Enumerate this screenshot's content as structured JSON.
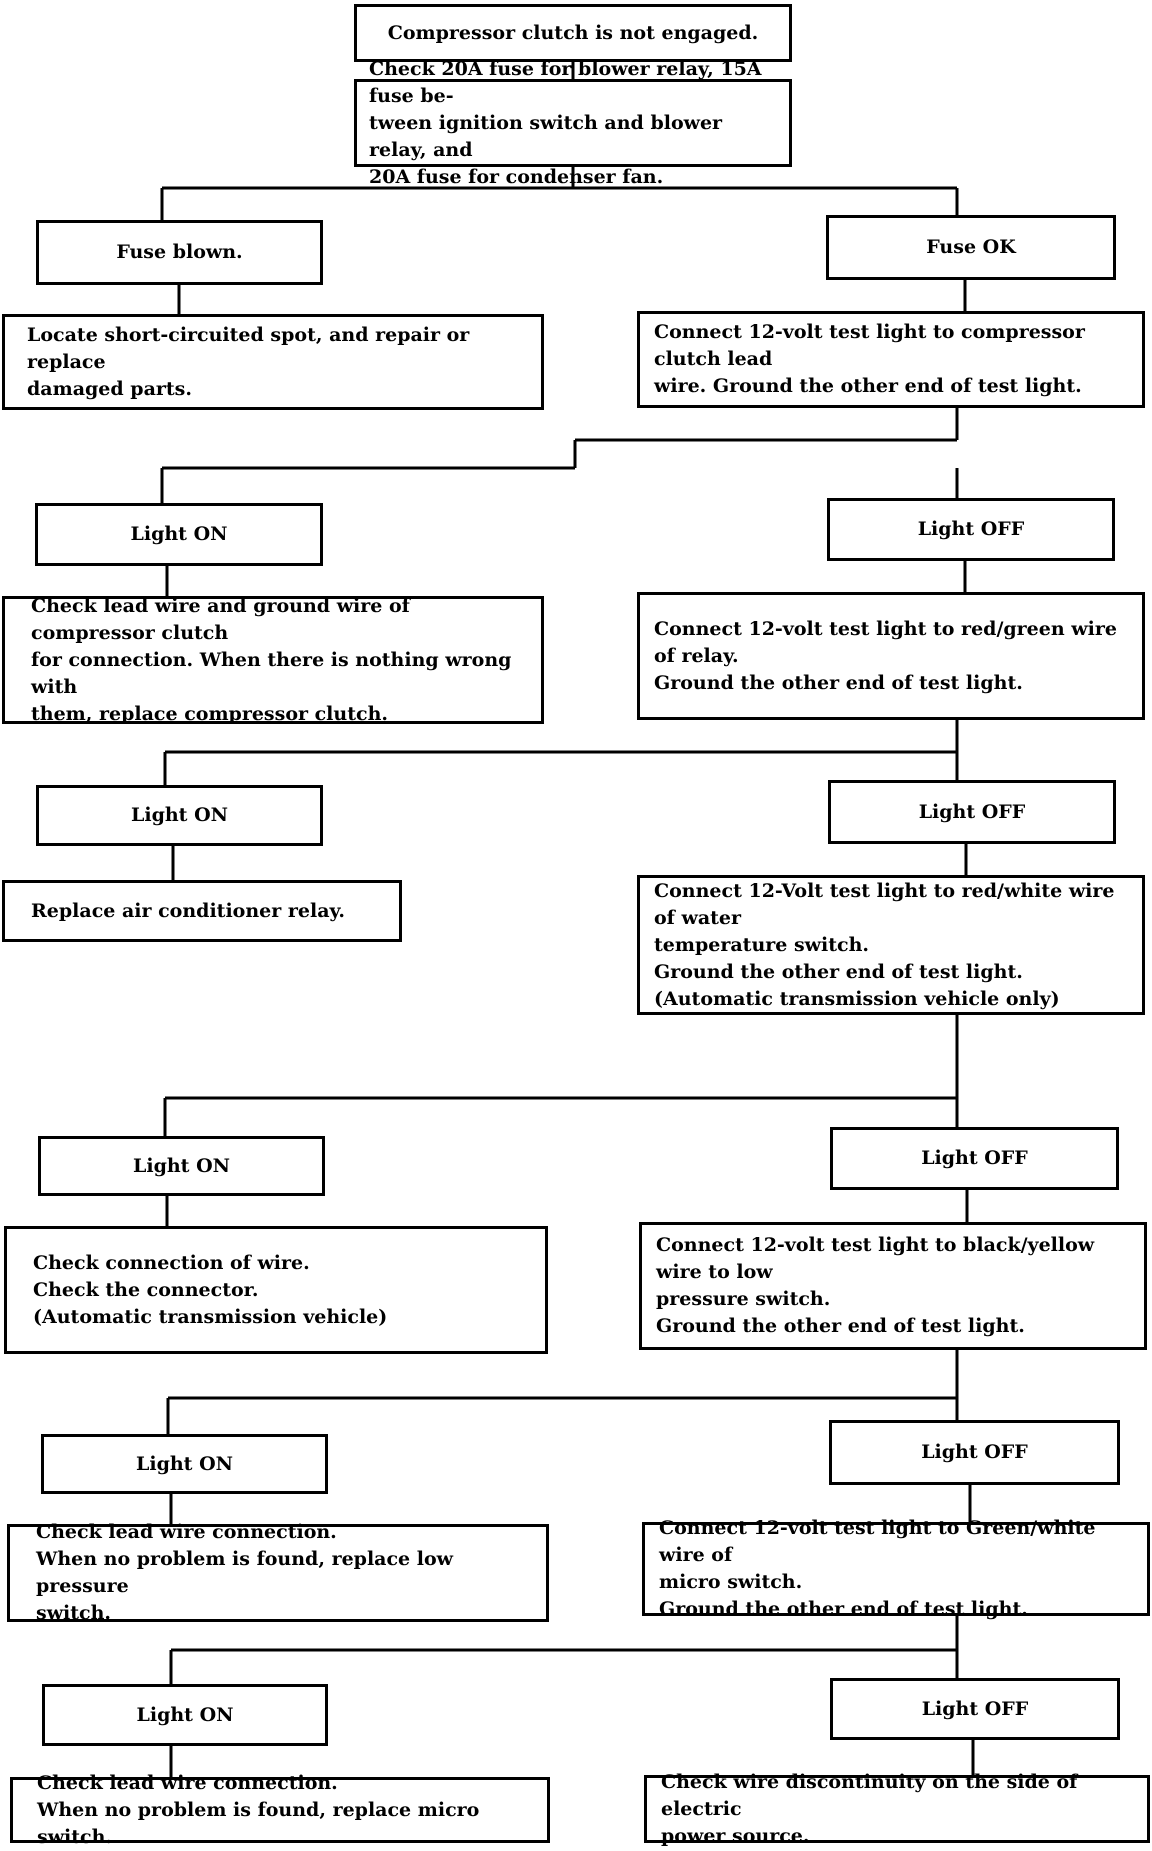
{
  "start": {
    "lines": [
      "Compressor clutch is not engaged."
    ]
  },
  "fuse_check": {
    "lines": [
      "Check 20A fuse for blower relay, 15A fuse be-",
      "tween ignition switch and blower relay, and",
      "20A fuse for condenser fan."
    ]
  },
  "fuse_blown": {
    "label": "Fuse blown.",
    "action": [
      "Locate short-circuited spot, and repair or replace",
      "damaged parts."
    ]
  },
  "fuse_ok": {
    "label": "Fuse OK",
    "next": [
      "Connect 12-volt test light to compressor clutch lead",
      "wire. Ground the other end of test light."
    ]
  },
  "step1": {
    "on_label": "Light ON",
    "on_action": [
      "Check lead wire and ground wire of compressor clutch",
      "for connection.  When there is nothing wrong with",
      "them, replace compressor clutch."
    ],
    "off_label": "Light OFF",
    "off_next": [
      "Connect 12-volt test light to red/green wire of relay.",
      "Ground the other end of test light."
    ]
  },
  "step2": {
    "on_label": "Light ON",
    "on_action": [
      "Replace air conditioner relay."
    ],
    "off_label": "Light OFF",
    "off_next": [
      "Connect 12-Volt test light to red/white wire of water",
      "temperature switch.",
      "Ground the other end of test light.",
      "(Automatic transmission vehicle only)"
    ]
  },
  "step3": {
    "on_label": "Light ON",
    "on_action": [
      "Check connection of wire.",
      "Check the connector.",
      "(Automatic transmission vehicle)"
    ],
    "off_label": "Light OFF",
    "off_next": [
      "Connect 12-volt test light to black/yellow wire to low",
      "pressure switch.",
      "Ground the other end of test light."
    ]
  },
  "step4": {
    "on_label": "Light ON",
    "on_action": [
      "Check lead wire connection.",
      "When no problem is found, replace low pressure",
      "switch."
    ],
    "off_label": "Light OFF",
    "off_next": [
      "Connect 12-volt test light to Green/white wire of",
      "micro switch.",
      "Ground the other end of test light."
    ]
  },
  "step5": {
    "on_label": "Light ON",
    "on_action": [
      "Check lead wire connection.",
      "When no problem is found, replace micro switch."
    ],
    "off_label": "Light OFF",
    "off_next": [
      "Check wire discontinuity on the side of electric",
      "power source."
    ]
  }
}
